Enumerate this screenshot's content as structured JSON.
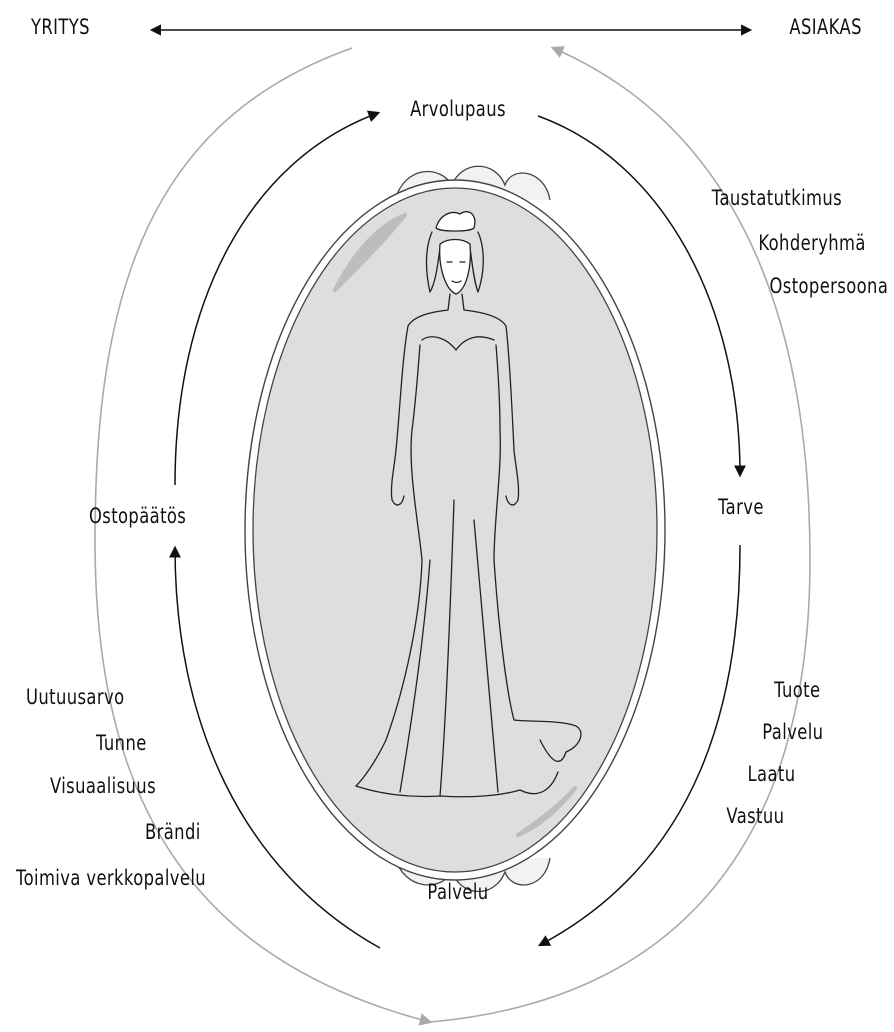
{
  "header": {
    "left_label": "YRITYS",
    "right_label": "ASIAKAS"
  },
  "cycle": {
    "top": "Arvolupaus",
    "right": "Tarve",
    "bottom": "Palvelu",
    "left": "Ostopäätös"
  },
  "research_list": [
    "Taustatutkimus",
    "Kohderyhmä",
    "Ostopersoona"
  ],
  "offering_list": [
    "Tuote",
    "Palvelu",
    "Laatu",
    "Vastuu"
  ],
  "value_list": [
    "Uutuusarvo",
    "Tunne",
    "Visuaalisuus",
    "Brändi",
    "Toimiva verkkopalvelu"
  ],
  "colors": {
    "ink": "#111111",
    "outer_arc": "#aaaaaa",
    "frame_fill": "#dedede",
    "frame_stroke": "#444444",
    "highlight": "#bdbdbd"
  }
}
